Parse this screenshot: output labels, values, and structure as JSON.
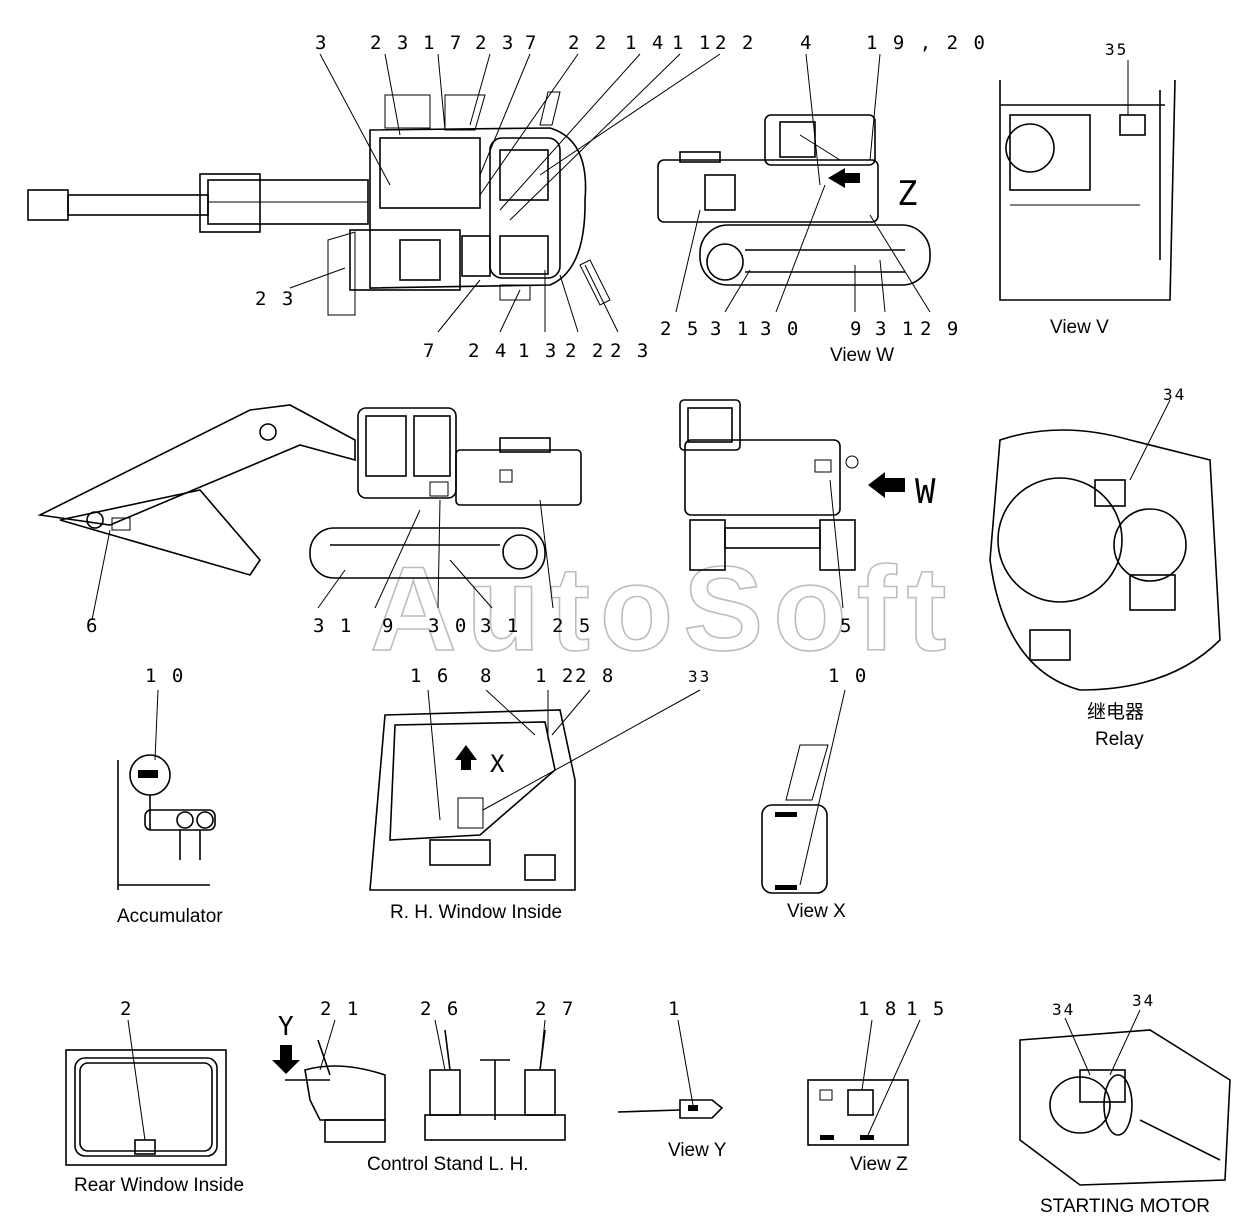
{
  "watermark": "AutoSoft",
  "plan_view": {
    "top_callouts": [
      "3",
      "2 3",
      "1 7",
      "2 3",
      "7",
      "2 2",
      "1 4",
      "1 1",
      "2 2"
    ],
    "left_callouts": [
      "2 3"
    ],
    "bottom_callouts": [
      "7",
      "2 4",
      "1 3",
      "2 2",
      "2 3"
    ]
  },
  "view_w": {
    "caption": "View W",
    "top_callouts": [
      "4",
      "1 9 , 2 0"
    ],
    "bottom_callouts": [
      "2 5",
      "3 1",
      "3 0",
      "9",
      "3 1",
      "2 9"
    ],
    "arrow_label": "Z"
  },
  "view_v": {
    "caption": "View V",
    "callout": "35"
  },
  "side_view": {
    "bottom_callouts": [
      "6",
      "3 1",
      "9",
      "3 0",
      "3 1",
      "2 5"
    ]
  },
  "rear_view": {
    "arrow_label": "W",
    "callout": "5"
  },
  "relay": {
    "callout": "34",
    "caption_cn": "继电器",
    "caption": "Relay"
  },
  "accumulator": {
    "callout": "1 0",
    "caption": "Accumulator"
  },
  "rh_window": {
    "caption": "R. H. Window Inside",
    "callouts": [
      "1 6",
      "8",
      "1 2",
      "2 8",
      "33"
    ],
    "arrow_label": "X"
  },
  "view_x": {
    "caption": "View X",
    "callout": "1 0"
  },
  "rear_window": {
    "caption": "Rear Window Inside",
    "callout": "2"
  },
  "control_stand": {
    "caption": "Control Stand L. H.",
    "arrow_label": "Y",
    "callouts": [
      "2 1",
      "2 6",
      "2 7"
    ]
  },
  "view_y": {
    "caption": "View Y",
    "callout": "1"
  },
  "view_z": {
    "caption": "View Z",
    "callouts": [
      "1 8",
      "1 5"
    ]
  },
  "starting_motor": {
    "caption": "STARTING MOTOR",
    "callouts": [
      "34",
      "34"
    ]
  }
}
